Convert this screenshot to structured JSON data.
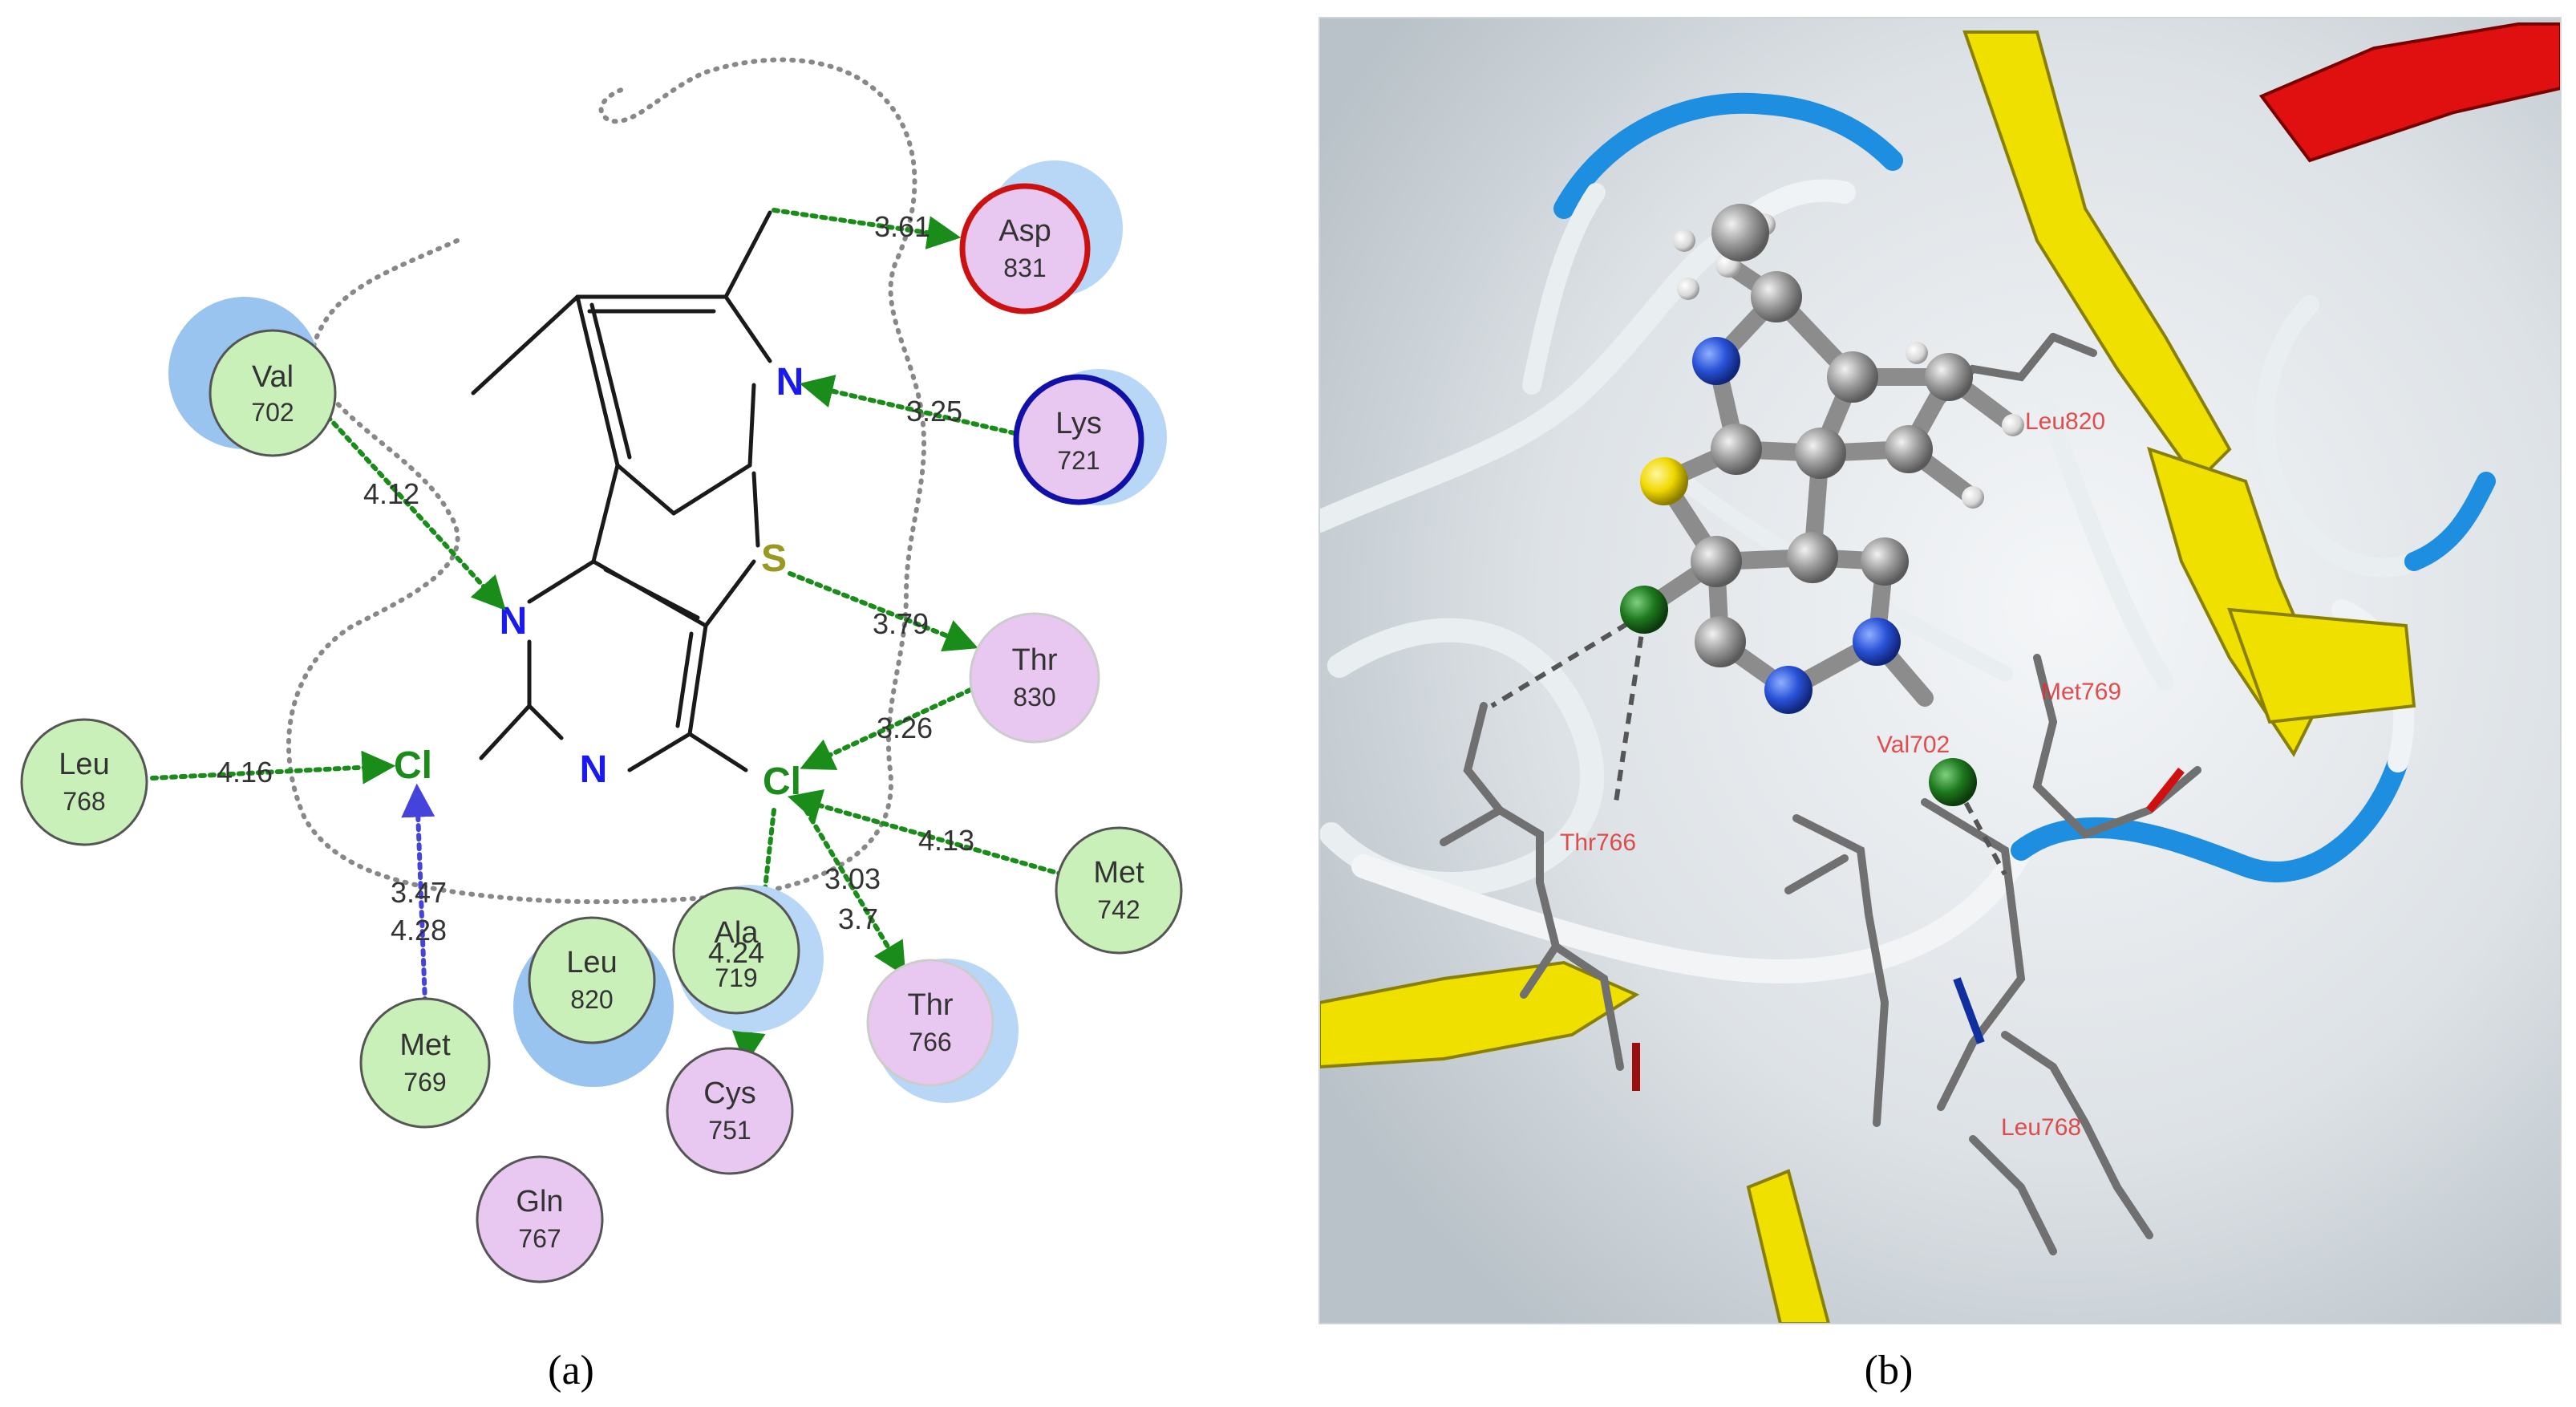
{
  "panel_labels": {
    "a": "(a)",
    "b": "(b)"
  },
  "colors": {
    "hydrophobic_residue": "#c8f0b8",
    "polar_residue": "#e8c8f0",
    "residue_outline": "#555555",
    "solvent_halo": "#99c4f0",
    "hbond": "#1a8c1a",
    "halogen_bond": "#4444dd",
    "nitrogen": "#1a1aee",
    "sulfur": "#999922",
    "chlorine": "#1a8c1a",
    "asp_ring": "#cc1111",
    "lys_ring": "#1111aa",
    "pocket_outline": "#888888"
  },
  "ligand_atoms": {
    "N1": "N",
    "N2": "N",
    "N3": "N",
    "S": "S",
    "Cl1": "Cl",
    "Cl2": "Cl"
  },
  "residues": {
    "val702": {
      "name": "Val",
      "num": "702"
    },
    "asp831": {
      "name": "Asp",
      "num": "831"
    },
    "lys721": {
      "name": "Lys",
      "num": "721"
    },
    "thr830": {
      "name": "Thr",
      "num": "830"
    },
    "leu768": {
      "name": "Leu",
      "num": "768"
    },
    "met742": {
      "name": "Met",
      "num": "742"
    },
    "leu820": {
      "name": "Leu",
      "num": "820"
    },
    "ala719": {
      "name": "Ala",
      "num": "719"
    },
    "thr766": {
      "name": "Thr",
      "num": "766"
    },
    "met769": {
      "name": "Met",
      "num": "769"
    },
    "cys751": {
      "name": "Cys",
      "num": "751"
    },
    "gln767": {
      "name": "Gln",
      "num": "767"
    }
  },
  "distances": {
    "asp831": "3.61",
    "lys721": "3.25",
    "val702": "4.12",
    "thr830_s": "3.79",
    "thr830_cl": "3.26",
    "leu768": "4.16",
    "met742": "4.13",
    "met769_a": "3.47",
    "met769_b": "4.28",
    "ala719": "4.24",
    "thr766_a": "3.03",
    "thr766_b": "3.7"
  },
  "structure_3d_labels": {
    "leu820": "Leu820",
    "met769": "Met769",
    "val702": "Val702",
    "thr766": "Thr766",
    "leu768": "Leu768"
  }
}
